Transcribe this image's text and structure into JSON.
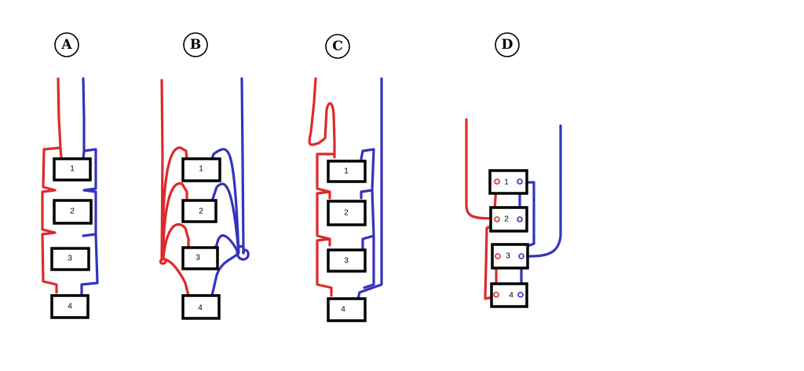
{
  "colors": {
    "positive": "#dd2a2a",
    "negative": "#3333bb",
    "box": "#000000"
  },
  "diagrams": [
    {
      "label": "A",
      "batteries": [
        "1",
        "2",
        "3",
        "4"
      ]
    },
    {
      "label": "B",
      "batteries": [
        "1",
        "2",
        "3",
        "4"
      ]
    },
    {
      "label": "C",
      "batteries": [
        "1",
        "2",
        "3",
        "4"
      ]
    },
    {
      "label": "D",
      "batteries": [
        "1",
        "2",
        "3",
        "4"
      ]
    }
  ]
}
